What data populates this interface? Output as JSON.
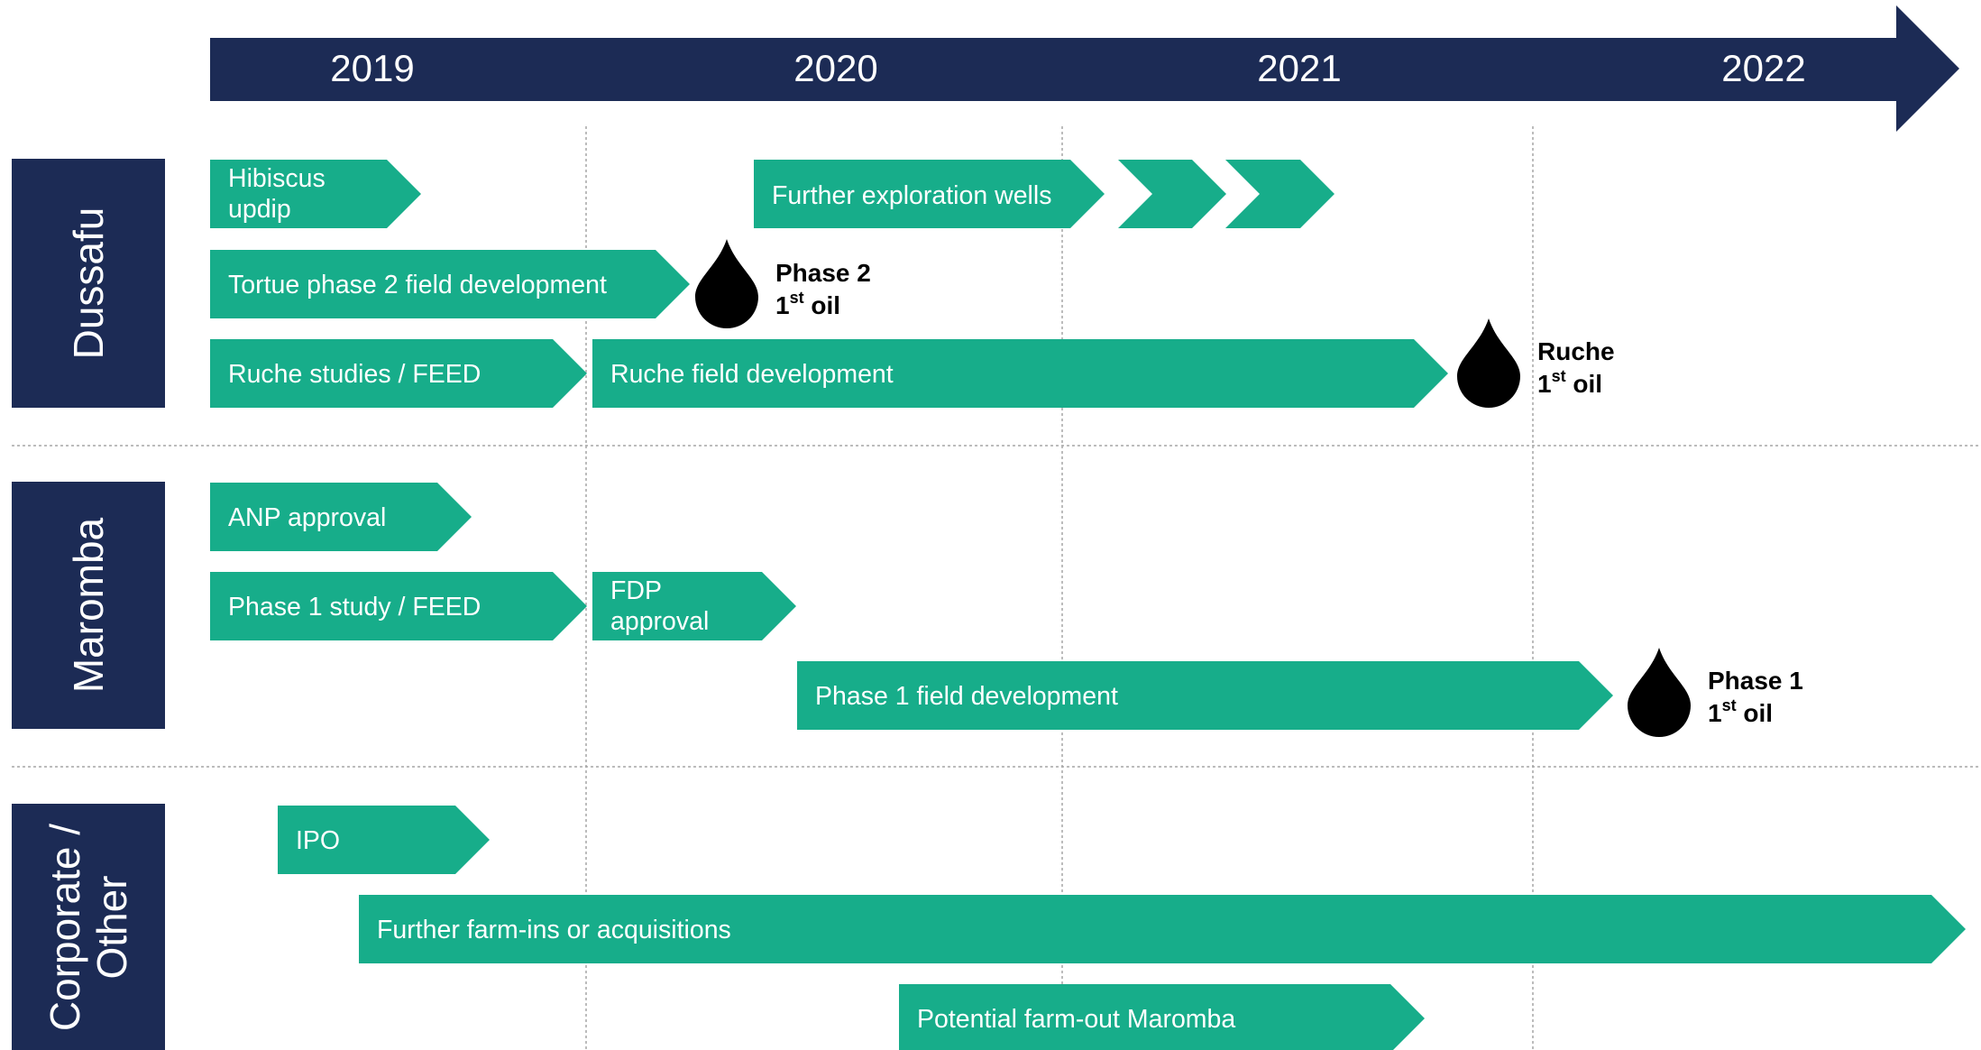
{
  "colors": {
    "navy": "#1c2b55",
    "green": "#17ad8a",
    "drop": "#000000",
    "divider": "#a6a6a6"
  },
  "timeline": {
    "years": [
      "2019",
      "2020",
      "2021",
      "2022"
    ]
  },
  "sections": [
    {
      "label": "Dussafu"
    },
    {
      "label": "Maromba"
    },
    {
      "label": "Corporate /\nOther"
    }
  ],
  "bars": [
    {
      "label": "Hibiscus\nupdip",
      "section": "Dussafu"
    },
    {
      "label": "Further exploration wells",
      "section": "Dussafu"
    },
    {
      "label": "Tortue phase 2 field development",
      "section": "Dussafu"
    },
    {
      "label": "Ruche studies / FEED",
      "section": "Dussafu"
    },
    {
      "label": "Ruche field development",
      "section": "Dussafu"
    },
    {
      "label": "ANP approval",
      "section": "Maromba"
    },
    {
      "label": "Phase 1 study / FEED",
      "section": "Maromba"
    },
    {
      "label": "FDP\napproval",
      "section": "Maromba"
    },
    {
      "label": "Phase 1 field development",
      "section": "Maromba"
    },
    {
      "label": "IPO",
      "section": "Corporate / Other"
    },
    {
      "label": "Further farm-ins or acquisitions",
      "section": "Corporate / Other"
    },
    {
      "label": "Potential farm-out Maromba",
      "section": "Corporate / Other"
    }
  ],
  "milestones": [
    {
      "line1": "Phase 2",
      "num": "1",
      "sup": "st",
      "rest": "oil"
    },
    {
      "line1": "Ruche",
      "num": "1",
      "sup": "st",
      "rest": "oil"
    },
    {
      "line1": "Phase 1",
      "num": "1",
      "sup": "st",
      "rest": "oil"
    }
  ]
}
